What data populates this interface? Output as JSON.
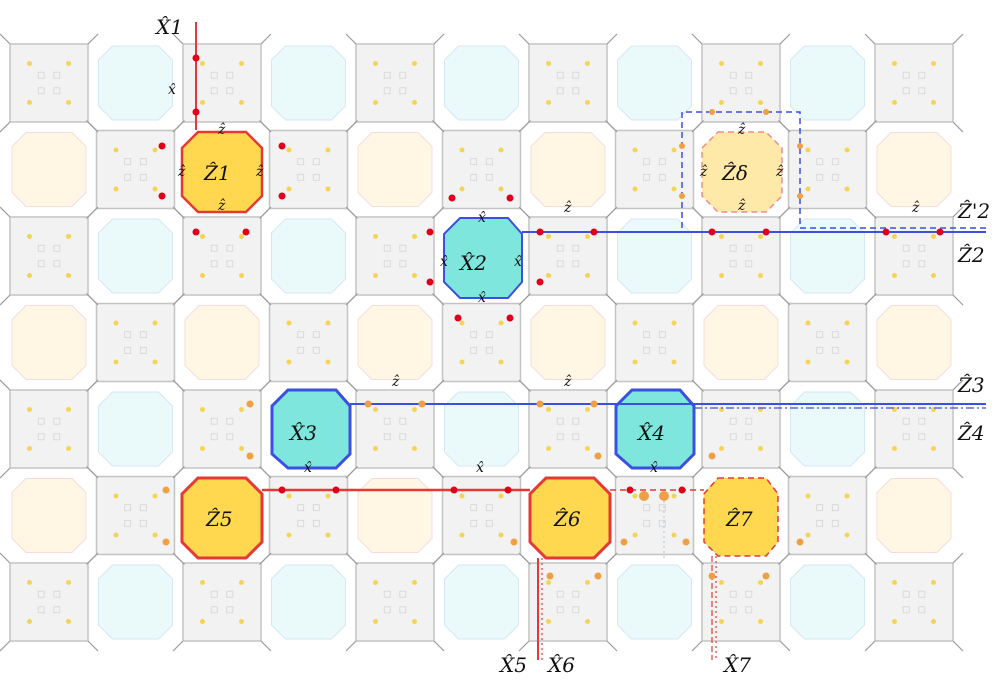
{
  "colors": {
    "tile_fill": "#f2f2f2",
    "tile_stroke": "#c4c4c4",
    "cyan_fill": "#eafafb",
    "cyan_stroke": "#d7e6f5",
    "cream_fill": "#fff7e4",
    "cream_stroke": "#f5dcdc",
    "highlight_yellow": "#ffd84f",
    "highlight_yellow_light": "#ffe9a8",
    "highlight_cyan": "#7fe6dd",
    "red": "#e53935",
    "blue": "#3b4fe0",
    "orange": "#f0a044",
    "dot_red": "#e0001a",
    "dot_yellow": "#f5cf3a"
  },
  "labels": {
    "X1": "X̂1",
    "Z1": "Ẑ1",
    "X2": "X̂2",
    "Zdelta": "Ẑδ",
    "Z2p": "Ẑ'2",
    "Z2": "Ẑ2",
    "X3": "X̂3",
    "X4": "X̂4",
    "Z3": "Ẑ3",
    "Z4": "Ẑ4",
    "Z5": "Ẑ5",
    "Z6": "Ẑ6",
    "Z7": "Ẑ7",
    "X5": "X̂5",
    "X6": "X̂6",
    "X7": "X̂7",
    "xhat": "x̂",
    "zhat": "ẑ"
  }
}
